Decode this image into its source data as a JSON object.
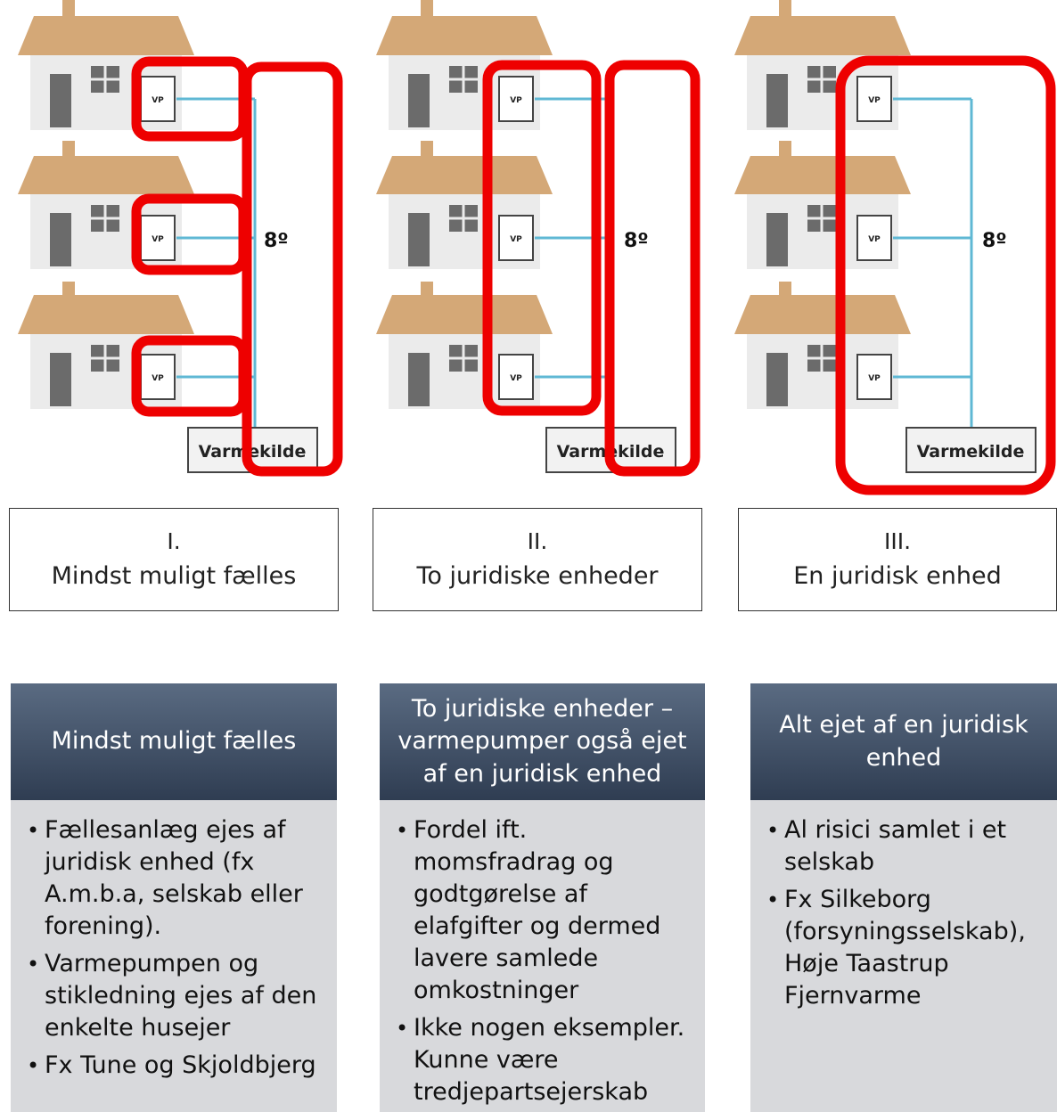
{
  "diagrams": [
    {
      "vp_label": "VP",
      "temperature": "8º",
      "source_label": "Varmekilde"
    },
    {
      "vp_label": "VP",
      "temperature": "8º",
      "source_label": "Varmekilde"
    },
    {
      "vp_label": "VP",
      "temperature": "8º",
      "source_label": "Varmekilde"
    }
  ],
  "models": [
    {
      "numeral": "I.",
      "name": "Mindst muligt fælles"
    },
    {
      "numeral": "II.",
      "name": "To juridiske enheder"
    },
    {
      "numeral": "III.",
      "name": "En juridisk enhed"
    }
  ],
  "cards": [
    {
      "title": "Mindst muligt fælles",
      "bullets": [
        "Fællesanlæg ejes af juridisk enhed (fx A.m.b.a, selskab eller forening).",
        "Varmepumpen og stikledning ejes af den enkelte husejer",
        "Fx Tune og Skjoldbjerg"
      ]
    },
    {
      "title": "To juridiske enheder – varmepumper også ejet af en juridisk enhed",
      "bullets": [
        "Fordel ift. momsfradrag og godtgørelse af elafgifter og dermed lavere samlede omkostninger",
        "Ikke nogen eksempler. Kunne være tredjepartsejerskab"
      ]
    },
    {
      "title": "Alt ejet af en juridisk enhed",
      "bullets": [
        "Al risici samlet i et selskab",
        "Fx Silkeborg (forsyningsselskab), Høje Taastrup Fjernvarme"
      ]
    }
  ],
  "colors": {
    "roof": "#d4a877",
    "wall": "#ebebeb",
    "door": "#6b6b6b",
    "pipe": "#5fb8d4",
    "highlight": "#ee0000",
    "card_head": "#3a4a60",
    "card_body": "#d8d9dc"
  }
}
